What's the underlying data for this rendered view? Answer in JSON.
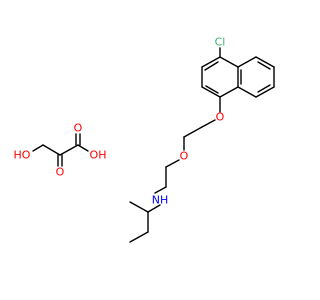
{
  "molecule": {
    "atoms": [
      {
        "id": "cl",
        "text": "Cl",
        "color": "#3cb371"
      },
      {
        "id": "o_ether_naph",
        "text": "O",
        "color": "#ff0000"
      },
      {
        "id": "o_ether_mid",
        "text": "O",
        "color": "#ff0000"
      },
      {
        "id": "nh",
        "text": "NH",
        "color": "#0000ff"
      },
      {
        "id": "oxalic_ho_left",
        "text": "HO",
        "color": "#ff0000"
      },
      {
        "id": "oxalic_oh_right",
        "text": "OH",
        "color": "#ff0000"
      },
      {
        "id": "oxalic_o_top",
        "text": "O",
        "color": "#ff0000"
      },
      {
        "id": "oxalic_o_bottom",
        "text": "O",
        "color": "#ff0000"
      }
    ],
    "bond_color": "#000000",
    "background": "#ffffff"
  }
}
